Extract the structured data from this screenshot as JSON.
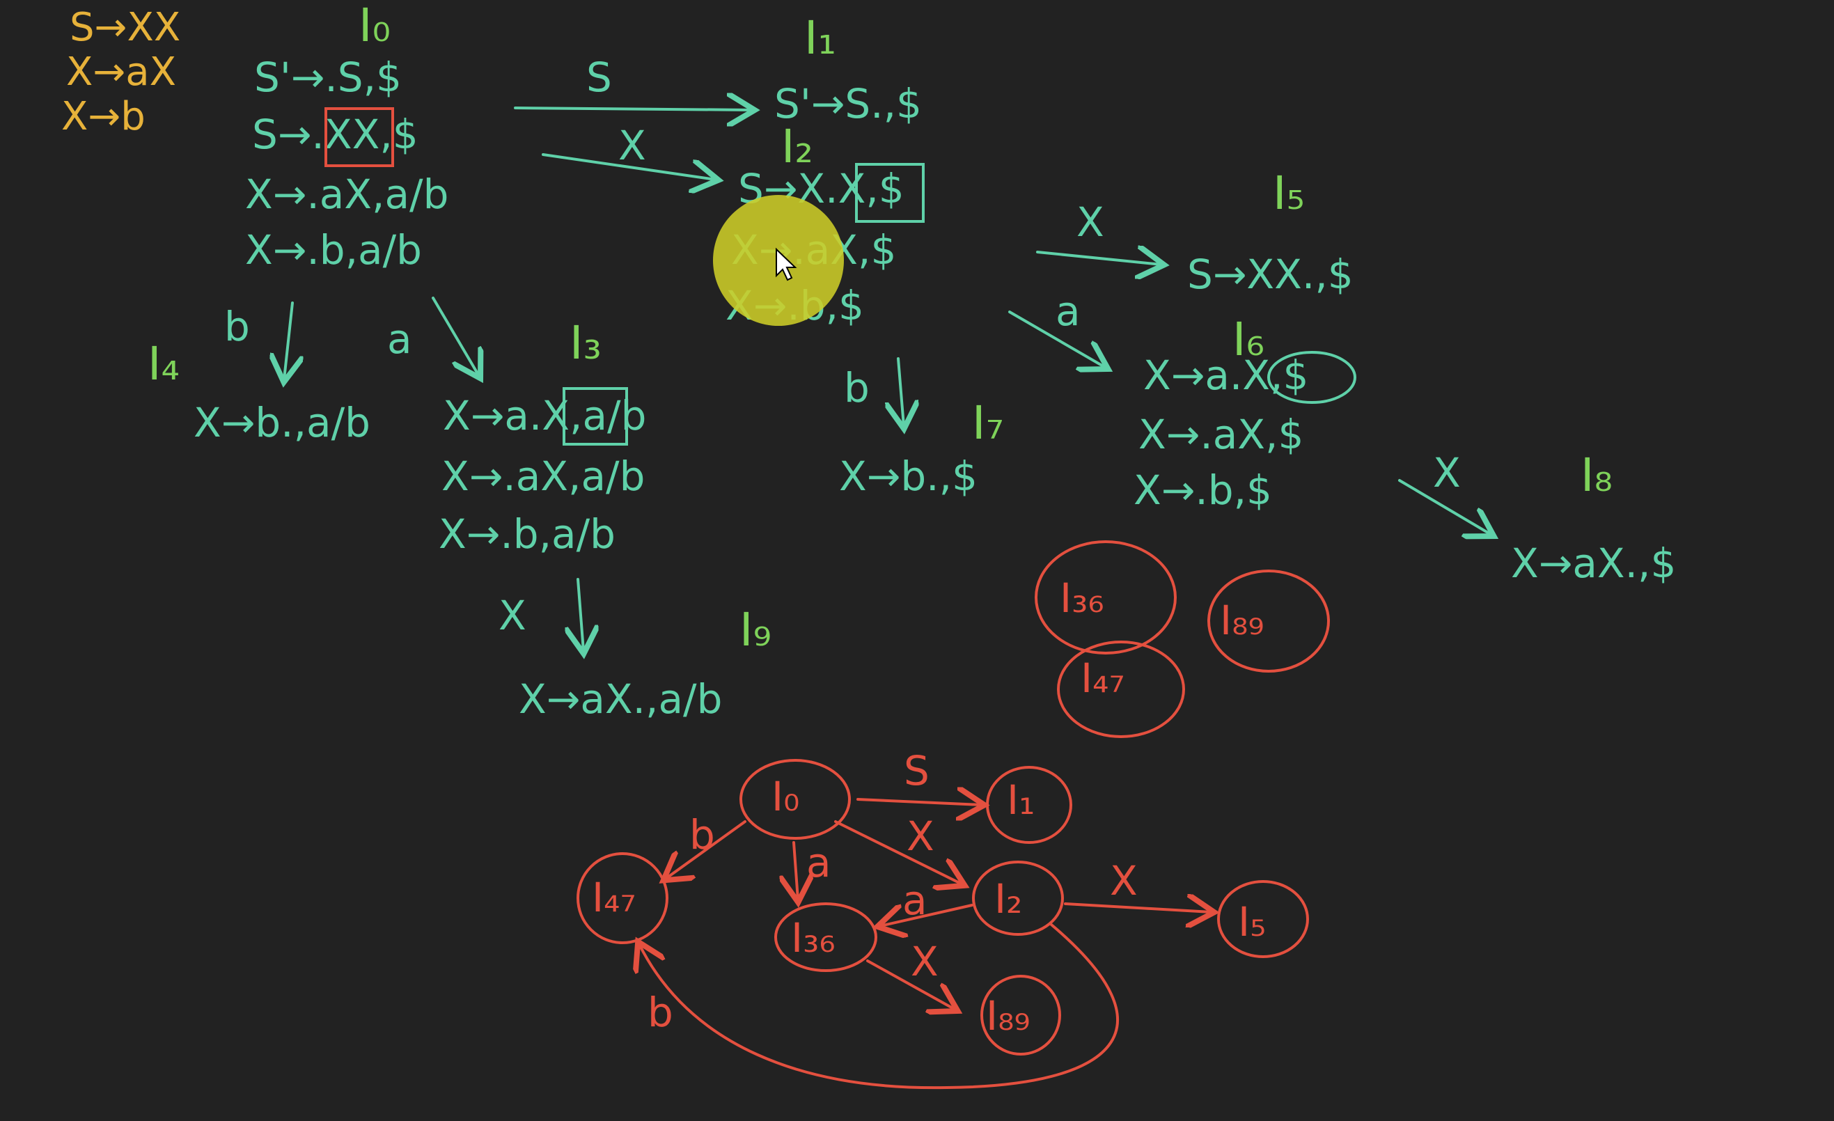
{
  "grammar": [
    "S→XX",
    "X→aX",
    "X→b"
  ],
  "states": {
    "I0": {
      "label": "I₀",
      "items": [
        "S'→.S,$",
        "S→.XX,$",
        "X→.aX,a/b",
        "X→.b,a/b"
      ]
    },
    "I1": {
      "label": "I₁",
      "items": [
        "S'→S.,$"
      ]
    },
    "I2": {
      "label": "I₂",
      "items": [
        "S→X.X,$",
        "X→.aX,$",
        "X→.b,$"
      ]
    },
    "I3": {
      "label": "I₃",
      "items": [
        "X→a.X,a/b",
        "X→.aX,a/b",
        "X→.b,a/b"
      ]
    },
    "I4": {
      "label": "I₄",
      "items": [
        "X→b.,a/b"
      ]
    },
    "I5": {
      "label": "I₅",
      "items": [
        "S→XX.,$"
      ]
    },
    "I6": {
      "label": "I₆",
      "items": [
        "X→a.X,$",
        "X→.aX,$",
        "X→.b,$"
      ]
    },
    "I7": {
      "label": "I₇",
      "items": [
        "X→b.,$"
      ]
    },
    "I8": {
      "label": "I₈",
      "items": [
        "X→aX.,$"
      ]
    },
    "I9": {
      "label": "I₉",
      "items": [
        "X→aX.,a/b"
      ]
    }
  },
  "transitions": {
    "s_I0_I1": "S",
    "x_I0_I2": "X",
    "x_I2_I5": "X",
    "a_I2_I6": "a",
    "b_I0_I4": "b",
    "a_I0_I3": "a",
    "b_I2_I7": "b",
    "x_I6_I8": "X",
    "x_I3_I9": "X"
  },
  "merged": [
    "I₃₆",
    "I₄₇",
    "I₈₉"
  ],
  "lalr": {
    "nodes": {
      "I0": "I₀",
      "I1": "I₁",
      "I2": "I₂",
      "I5": "I₅",
      "I36": "I₃₆",
      "I47": "I₄₇",
      "I89": "I₈₉"
    },
    "edges": {
      "s": "S",
      "x1": "X",
      "b1": "b",
      "a1": "a",
      "a2": "a",
      "x2": "X",
      "x3": "X",
      "b2": "b"
    }
  },
  "colors": {
    "grammar": "#e7b23a",
    "items": "#5fd1a9",
    "state_labels": "#7fd35a",
    "dfa": "#e4503f",
    "background": "#222222",
    "cursor_highlight": "#cdcd28"
  },
  "icons": [
    "mouse-cursor-icon"
  ]
}
